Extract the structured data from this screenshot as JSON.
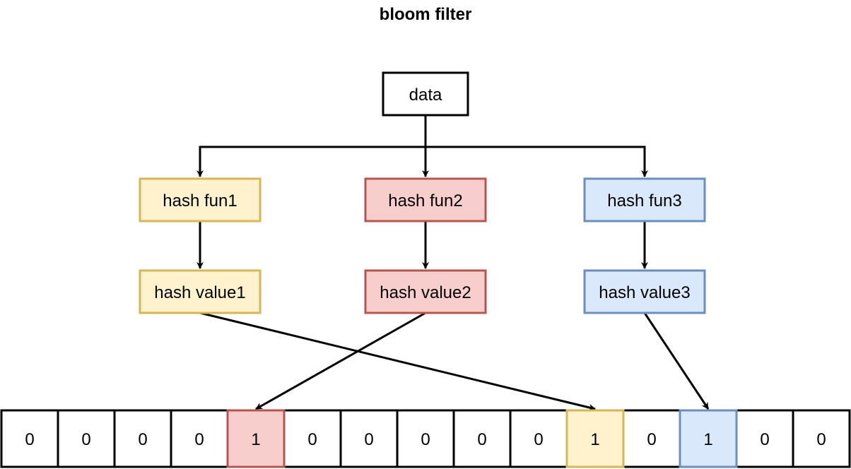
{
  "title": "bloom filter",
  "source": {
    "label": "data"
  },
  "hash_functions": [
    {
      "label": "hash fun1",
      "fill": "#fff2cc",
      "stroke": "#d6b656"
    },
    {
      "label": "hash fun2",
      "fill": "#f8cecc",
      "stroke": "#b85450"
    },
    {
      "label": "hash fun3",
      "fill": "#dae8fc",
      "stroke": "#6c8ebf"
    }
  ],
  "hash_values": [
    {
      "label": "hash value1",
      "fill": "#fff2cc",
      "stroke": "#d6b656",
      "target_cell": 10
    },
    {
      "label": "hash value2",
      "fill": "#f8cecc",
      "stroke": "#b85450",
      "target_cell": 4
    },
    {
      "label": "hash value3",
      "fill": "#dae8fc",
      "stroke": "#6c8ebf",
      "target_cell": 12
    }
  ],
  "bit_array": [
    {
      "value": "0",
      "fill": "#ffffff",
      "stroke": "#000000"
    },
    {
      "value": "0",
      "fill": "#ffffff",
      "stroke": "#000000"
    },
    {
      "value": "0",
      "fill": "#ffffff",
      "stroke": "#000000"
    },
    {
      "value": "0",
      "fill": "#ffffff",
      "stroke": "#000000"
    },
    {
      "value": "1",
      "fill": "#f8cecc",
      "stroke": "#b85450"
    },
    {
      "value": "0",
      "fill": "#ffffff",
      "stroke": "#000000"
    },
    {
      "value": "0",
      "fill": "#ffffff",
      "stroke": "#000000"
    },
    {
      "value": "0",
      "fill": "#ffffff",
      "stroke": "#000000"
    },
    {
      "value": "0",
      "fill": "#ffffff",
      "stroke": "#000000"
    },
    {
      "value": "0",
      "fill": "#ffffff",
      "stroke": "#000000"
    },
    {
      "value": "1",
      "fill": "#fff2cc",
      "stroke": "#d6b656"
    },
    {
      "value": "0",
      "fill": "#ffffff",
      "stroke": "#000000"
    },
    {
      "value": "1",
      "fill": "#dae8fc",
      "stroke": "#6c8ebf"
    },
    {
      "value": "0",
      "fill": "#ffffff",
      "stroke": "#000000"
    },
    {
      "value": "0",
      "fill": "#ffffff",
      "stroke": "#000000"
    }
  ]
}
